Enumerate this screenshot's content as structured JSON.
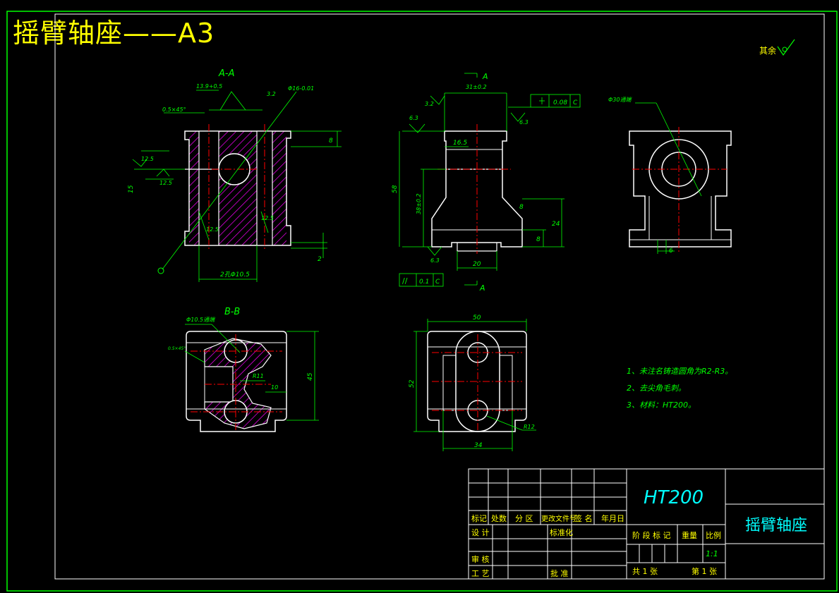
{
  "title": "摇臂轴座——A3",
  "colors": {
    "background": "#000000",
    "outline": "#ffffff",
    "dimension": "#00ff00",
    "centerline": "#ff0000",
    "hatch": "#ff00ff",
    "border": "#00ff00",
    "title": "#ffff00",
    "material_text": "#00ffff"
  },
  "roughness_note": "其余",
  "views": {
    "section_aa": {
      "label": "A-A",
      "dims": [
        "13.9+0.5",
        "0.5×45°",
        "Φ16-0.01",
        "3.2",
        "12.5",
        "12.5",
        "15",
        "8",
        "12.5",
        "12.5",
        "2",
        "2孔Φ10.5"
      ]
    },
    "front_view": {
      "dims": [
        "A",
        "31±0.2",
        "0.08",
        "C",
        "6.3",
        "3.2",
        "6.3",
        "16.5",
        "58",
        "38±0.2",
        "8",
        "24",
        "8",
        "6.3",
        "20",
        "0.1",
        "C",
        "A"
      ]
    },
    "side_view": {
      "dims": [
        "Φ30通端",
        "6"
      ]
    },
    "section_bb": {
      "label": "B-B",
      "dims": [
        "Φ10.5通端",
        "0.5×45°",
        "R11",
        "10",
        "45"
      ]
    },
    "top_view": {
      "dims": [
        "50",
        "52",
        "34",
        "R12"
      ]
    }
  },
  "notes": [
    "1、未注名铸造圆角为R2-R3。",
    "2、去尖角毛刺。",
    "3、材料：HT200。"
  ],
  "title_block": {
    "material": "HT200",
    "part_name": "摇臂轴座",
    "header_cells": [
      "标记",
      "处数",
      "分 区",
      "更改文件号",
      "签 名",
      "年月日"
    ],
    "design": "设 计",
    "standardize": "标准化",
    "stage_mark": "阶 段 标 记",
    "weight": "重量",
    "ratio_label": "比例",
    "ratio": "1:1",
    "review": "审 核",
    "process": "工 艺",
    "approve": "批 准",
    "sheet_total": "共 1 张",
    "sheet_no": "第 1 张"
  }
}
